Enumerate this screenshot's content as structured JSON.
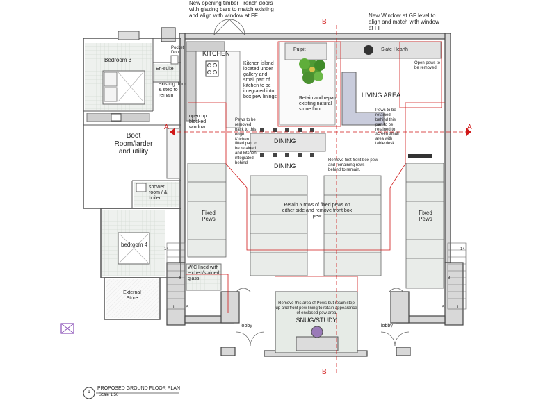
{
  "annotations": {
    "french_doors": "New opening timber French doors with glazing bars to match existing and align with window at FF",
    "new_window": "New Window at GF level to align and match with window at FF",
    "section_a": "A",
    "section_b": "B"
  },
  "rooms": {
    "bedroom3": "Bedroom 3",
    "pocket_door": "Pocket Door",
    "ensuite": "En-suite",
    "existing_door": "existing door & step to remain",
    "kitchen": "KITCHEN",
    "kitchen_island": "Kitchen island located under gallery and small part of kitchen to be integrated into box pew linings",
    "pulpit": "Pulpit",
    "pulpit_note": "Retain and repair existing natural stone floor.",
    "slate_hearth": "Slate Hearth",
    "open_pews": "Open pews to be removed.",
    "living_area": "LIVING AREA",
    "boot_room": "Boot Room/larder and utility",
    "open_blocked_window": "open up blocked window",
    "pews_left_note": "Pews to be removed back to this edge. Kitchen fitted part to be retained and kitchen integrated behind",
    "dining_upper": "DINING",
    "dining_lower": "DINING",
    "pews_right_note": "Pews to be retained behind this part to be retained to screen small area with table desk",
    "remove_front_pew": "Remove first front box pew and remaining rows behind to remain.",
    "shower_room": "shower room / & boiler",
    "fixed_pews_left": "Fixed Pews",
    "retain_pews": "Retain 5 rows of fixed pews on either side and remove front box pew",
    "fixed_pews_right": "Fixed Pews",
    "bedroom4": "bedroom 4",
    "wc": "W.C lined with etched/stained glass",
    "external_store": "External Store",
    "snug_note": "Remove this area of Pews but retain step up and front pew lining to retain appearance of enclosed pew area",
    "snug": "SNUG/STUDY",
    "lobby_left": "lobby",
    "lobby_right": "lobby"
  },
  "stairs": {
    "left_14": "14",
    "left_8": "8",
    "left_1": "1",
    "left_5": "5",
    "right_14": "14",
    "right_8": "8",
    "right_1": "1",
    "right_5": "5"
  },
  "title_block": {
    "number": "1",
    "title": "PROPOSED GROUND FLOOR PLAN",
    "scale": "Scale 1:50"
  },
  "icons": {
    "envelope": "envelope-icon",
    "plant": "plant-icon",
    "stove": "stove-icon"
  },
  "colors": {
    "wall": "#555555",
    "wall_fill": "#d9d9d9",
    "section_line": "#d01818",
    "room_grid": "#e3e9e3",
    "pews": "#e9ece9",
    "counter": "#cfcfcf",
    "sofa": "#c9ccdc",
    "plant": "#3f8a28",
    "envelope": "#8a4fb8"
  }
}
